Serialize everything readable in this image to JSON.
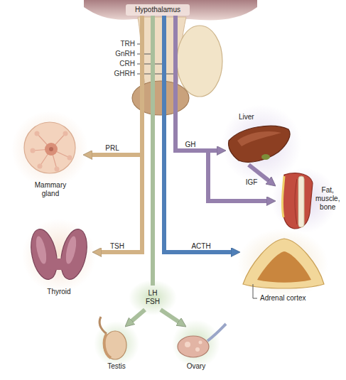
{
  "diagram": {
    "nodes": [
      {
        "text": [
          "Hypothalamus"
        ]
      },
      {
        "text": [
          "Liver"
        ]
      },
      {
        "text": [
          "Fat, muscle, bone"
        ]
      },
      {
        "text": [
          "Mammary gland"
        ]
      },
      {
        "text": [
          "Thyroid"
        ]
      },
      {
        "text": [
          "Adrenal cortex"
        ]
      },
      {
        "text": [
          "LH FSH"
        ]
      },
      {
        "text": [
          "Testis"
        ]
      },
      {
        "text": [
          "Ovary"
        ]
      }
    ],
    "edges": [
      {
        "from": 0,
        "to": 3,
        "arrow": "to",
        "label": "PRL"
      },
      {
        "from": 0,
        "to": 1,
        "arrow": "to",
        "label": "GH"
      },
      {
        "from": 0,
        "to": 2,
        "arrow": "to"
      },
      {
        "from": 1,
        "to": 2,
        "arrow": "to",
        "label": "IGF"
      },
      {
        "from": 0,
        "to": 4,
        "arrow": "to",
        "label": "TSH"
      },
      {
        "from": 0,
        "to": 5,
        "arrow": "to",
        "label": "ACTH"
      },
      {
        "from": 0,
        "to": 6,
        "arrow": "none"
      },
      {
        "from": 6,
        "to": 7,
        "arrow": "to"
      },
      {
        "from": 6,
        "to": 8,
        "arrow": "to"
      }
    ],
    "labels": [
      "TRH",
      "GnRH",
      "CRH",
      "GHRH"
    ]
  }
}
